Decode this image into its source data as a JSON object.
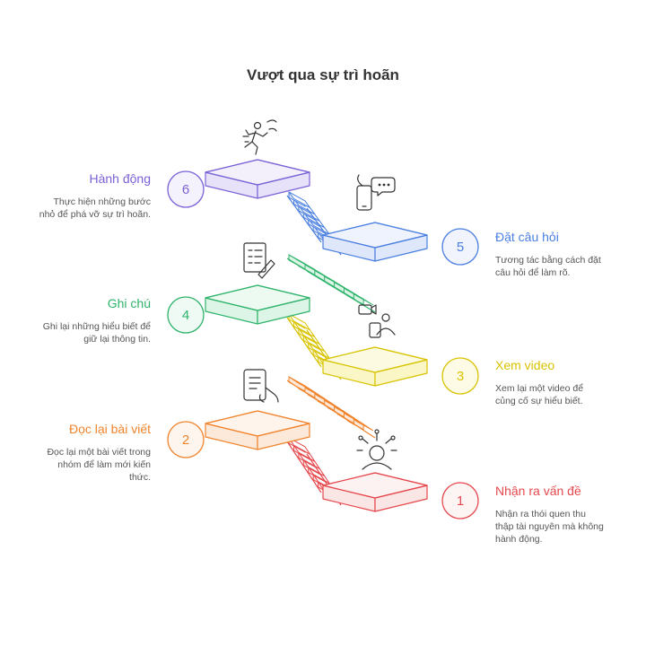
{
  "title": "Vượt qua sự trì hoãn",
  "steps": [
    {
      "number": "1",
      "title": "Nhận ra vấn đề",
      "desc": [
        "Nhận ra thói quen thu",
        "thập tài nguyên mà không",
        "hành động."
      ],
      "color": "#e5484d",
      "fill": "#fbe6e6",
      "icon": "idea-person-icon"
    },
    {
      "number": "2",
      "title": "Đọc lại bài viết",
      "desc": [
        "Đọc lại một bài viết trong",
        "nhóm để làm mới kiến",
        "thức."
      ],
      "color": "#f0842d",
      "fill": "#fde9d9",
      "icon": "tablet-reading-icon"
    },
    {
      "number": "3",
      "title": "Xem video",
      "desc": [
        "Xem lại một video để",
        "củng cố sự hiểu biết."
      ],
      "color": "#d8c300",
      "fill": "#fbf6c6",
      "icon": "video-call-icon"
    },
    {
      "number": "4",
      "title": "Ghi chú",
      "desc": [
        "Ghi lại những hiểu biết để",
        "giữ lại thông tin."
      ],
      "color": "#2fb36b",
      "fill": "#dcf5e6",
      "icon": "note-writing-icon"
    },
    {
      "number": "5",
      "title": "Đặt câu hỏi",
      "desc": [
        "Tương tác bằng cách đặt",
        "câu hỏi để làm rõ."
      ],
      "color": "#4a7fe0",
      "fill": "#dfe7fb",
      "icon": "chat-phone-icon"
    },
    {
      "number": "6",
      "title": "Hành động",
      "desc": [
        "Thực hiện những bước",
        "nhỏ để phá vỡ sự trì hoãn."
      ],
      "color": "#7b61d6",
      "fill": "#e7e2f9",
      "icon": "running-person-icon"
    }
  ]
}
